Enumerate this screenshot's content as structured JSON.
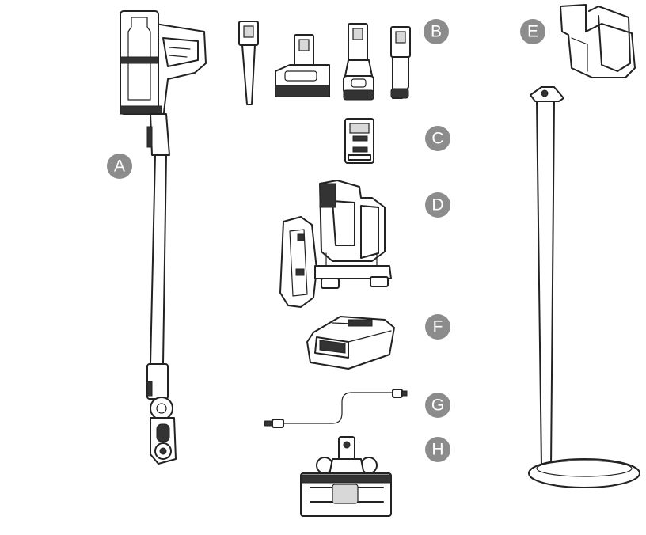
{
  "labels": {
    "a": "A",
    "b": "B",
    "c": "C",
    "d": "D",
    "e": "E",
    "f": "F",
    "g": "G",
    "h": "H"
  },
  "colors": {
    "badge": "#8c8c8c",
    "line": "#222222",
    "background": "#ffffff"
  }
}
